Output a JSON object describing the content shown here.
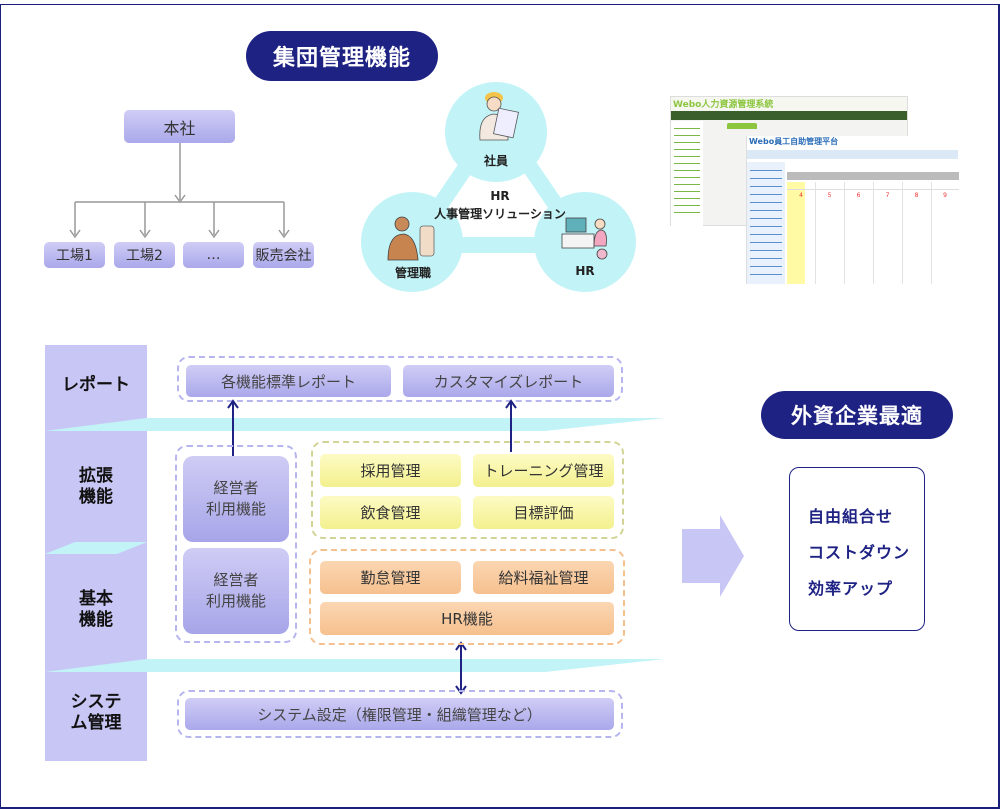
{
  "titles": {
    "group_management": "集団管理機能",
    "foreign_optimal": "外資企業最適"
  },
  "org_chart": {
    "root": "本社",
    "children": [
      "工場1",
      "工場2",
      "…",
      "販売会社"
    ]
  },
  "hr_triangle": {
    "center_line1": "HR",
    "center_line2": "人事管理ソリューション",
    "nodes": [
      {
        "label": "社員",
        "icon": "employee-icon"
      },
      {
        "label": "管理職",
        "icon": "manager-icon"
      },
      {
        "label": "HR",
        "icon": "hr-staff-icon"
      }
    ]
  },
  "screenshot_thumb": {
    "back_title": "Webo人力資源管理系統",
    "front_title": "Webo員工自助管理平台",
    "calendar_dates": [
      "4",
      "5",
      "6",
      "7",
      "8",
      "9"
    ]
  },
  "layers": [
    {
      "label_line1": "レポート",
      "label_line2": ""
    },
    {
      "label_line1": "拡張",
      "label_line2": "機能"
    },
    {
      "label_line1": "基本",
      "label_line2": "機能"
    },
    {
      "label_line1": "システ",
      "label_line2": "ム管理"
    }
  ],
  "reports": [
    "各機能標準レポート",
    "カスタマイズレポート"
  ],
  "executive": {
    "line1": "経営者",
    "line2": "利用機能"
  },
  "extended": [
    "採用管理",
    "トレーニング管理",
    "飲食管理",
    "目標評価"
  ],
  "basic": [
    "勤怠管理",
    "給料福祉管理",
    "HR機能"
  ],
  "system": "システム設定（権限管理・組織管理など）",
  "benefits": [
    "自由組合せ",
    "コストダウン",
    "効率アップ"
  ],
  "colors": {
    "navy": "#1e2283",
    "lavender": "#c8c6f4",
    "cyan": "#c2f3f7",
    "yellow": "#f3f08e",
    "orange": "#f6c08e"
  }
}
